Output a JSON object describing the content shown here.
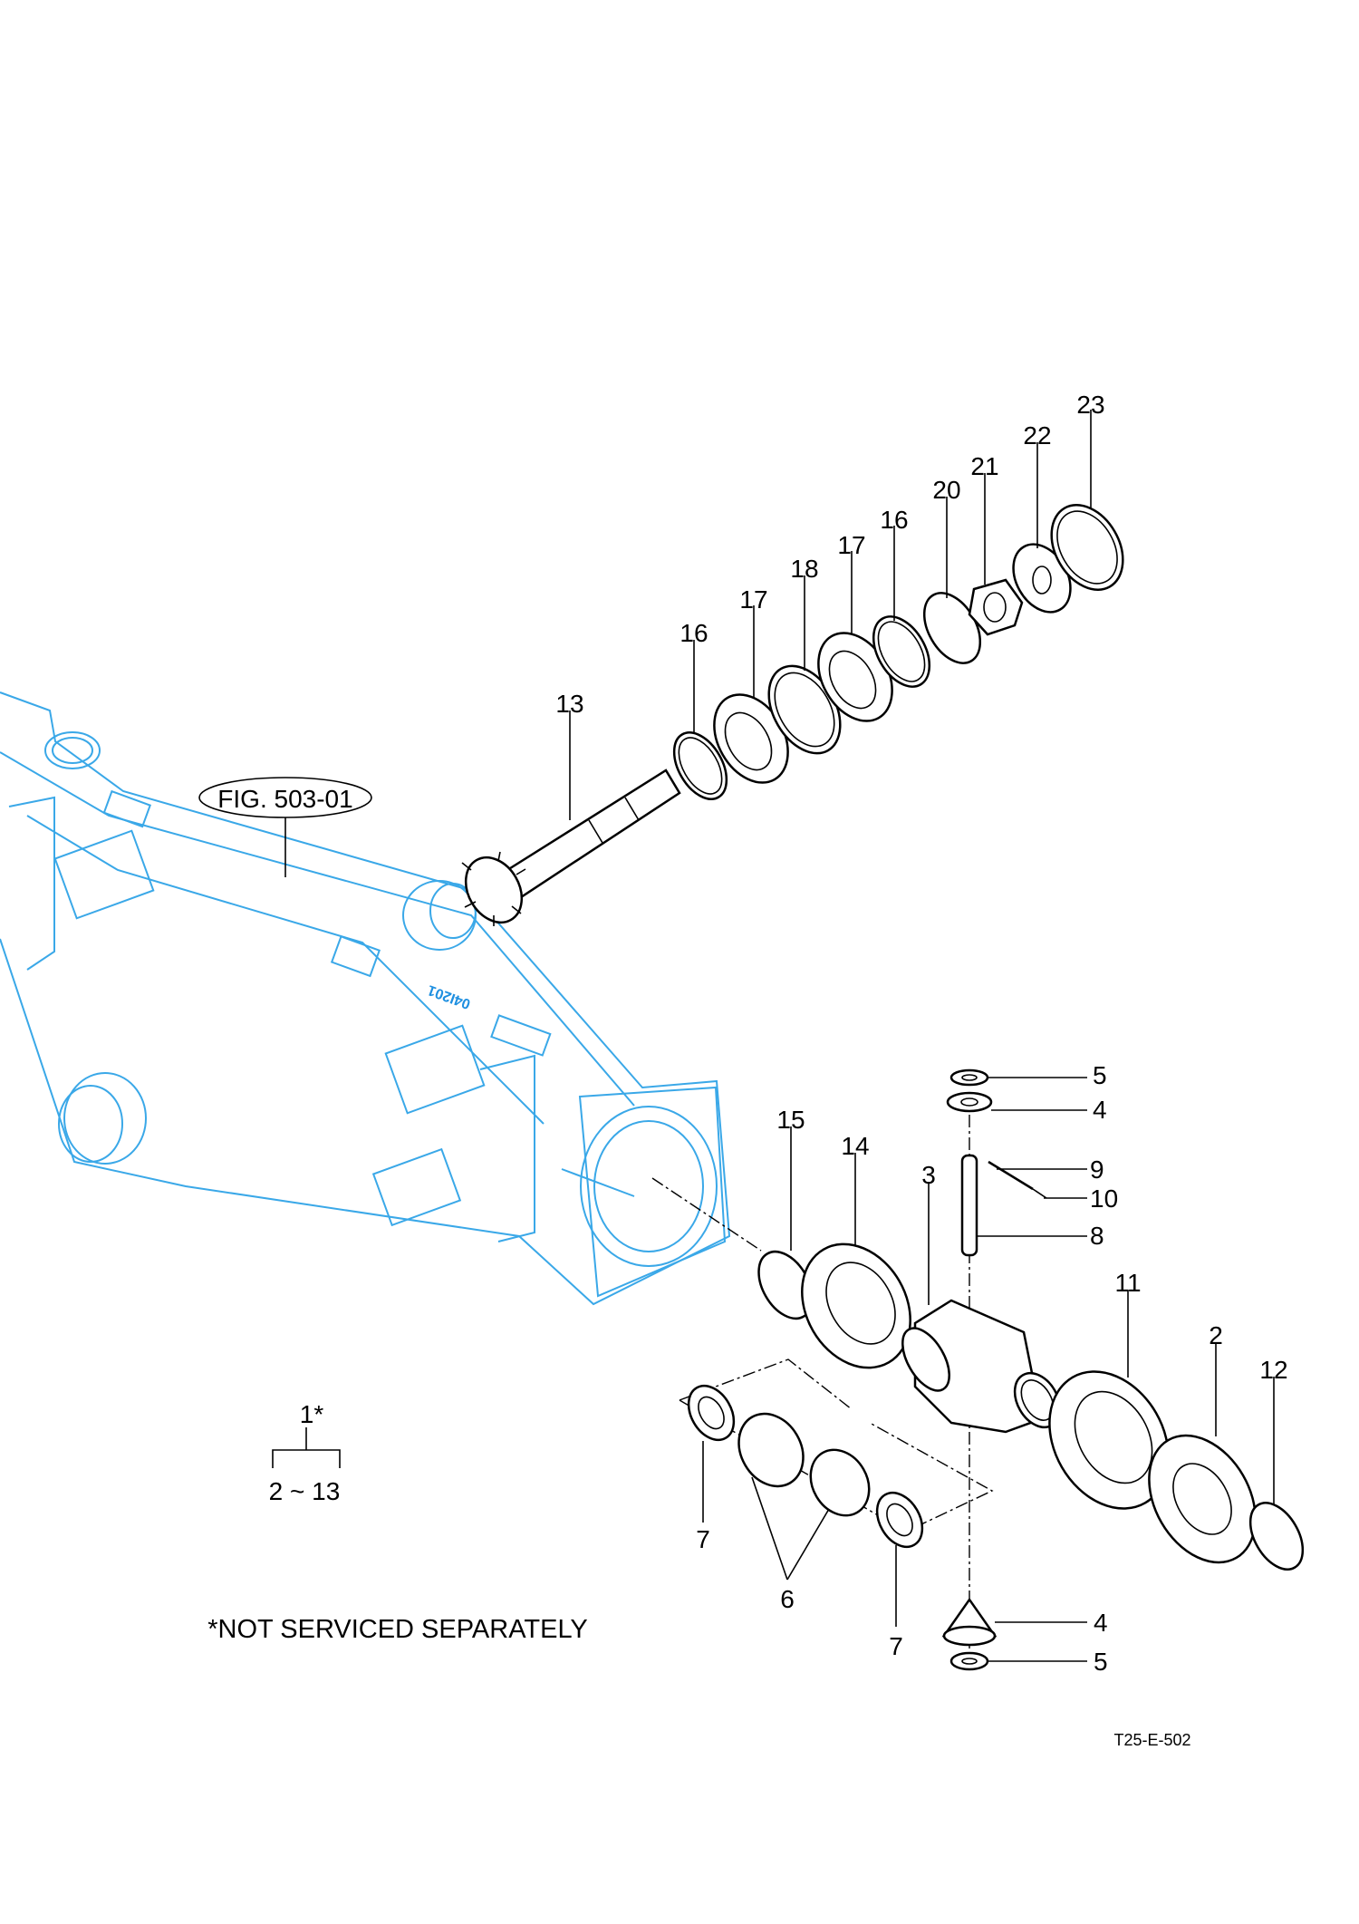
{
  "figure_ref": "FIG. 503-01",
  "housing_stamp": "04I201",
  "drawing_code": "T25-E-502",
  "note": "*NOT SERVICED SEPARATELY",
  "assembly": {
    "label": "1*",
    "range": "2 ~ 13"
  },
  "colors": {
    "housing": "#3aa8e8",
    "parts": "#000000"
  },
  "callouts": {
    "c23": "23",
    "c22": "22",
    "c21": "21",
    "c20": "20",
    "c16a": "16",
    "c17a": "17",
    "c18": "18",
    "c17b": "17",
    "c16b": "16",
    "c13": "13",
    "c5a": "5",
    "c4a": "4",
    "c9": "9",
    "c10": "10",
    "c8": "8",
    "c15": "15",
    "c14": "14",
    "c3": "3",
    "c11": "11",
    "c2": "2",
    "c12": "12",
    "c7a": "7",
    "c6": "6",
    "c7b": "7",
    "c4b": "4",
    "c5b": "5"
  }
}
